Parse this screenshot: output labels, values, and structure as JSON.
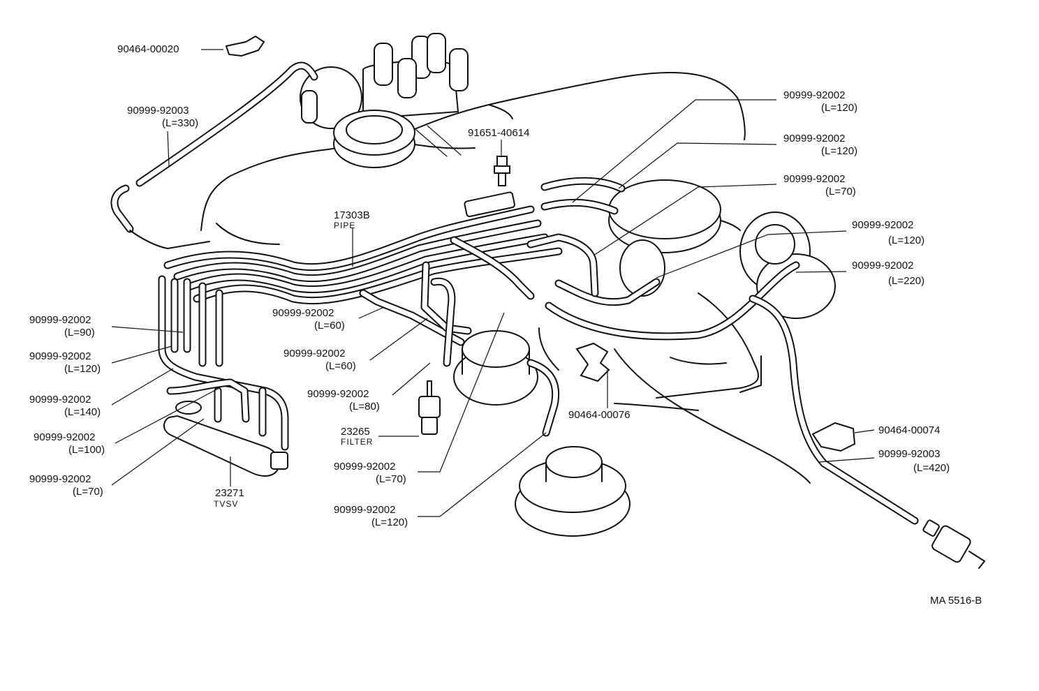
{
  "diagram": {
    "code": "MA 5516-B",
    "callouts": {
      "c_90464_00020": {
        "part": "90464-00020"
      },
      "c_hose_330": {
        "part": "90999-92003",
        "length": "(L=330)"
      },
      "c_pipe": {
        "part": "17303B",
        "name": "PIPE"
      },
      "c_bolt": {
        "part": "91651-40614"
      },
      "c_r1": {
        "part": "90999-92002",
        "length": "(L=120)"
      },
      "c_r2": {
        "part": "90999-92002",
        "length": "(L=120)"
      },
      "c_r3": {
        "part": "90999-92002",
        "length": "(L=70)"
      },
      "c_r4": {
        "part": "90999-92002",
        "length": "(L=120)"
      },
      "c_r5": {
        "part": "90999-92002",
        "length": "(L=220)"
      },
      "c_l90": {
        "part": "90999-92002",
        "length": "(L=90)"
      },
      "c_l120": {
        "part": "90999-92002",
        "length": "(L=120)"
      },
      "c_l140": {
        "part": "90999-92002",
        "length": "(L=140)"
      },
      "c_l100": {
        "part": "90999-92002",
        "length": "(L=100)"
      },
      "c_l70": {
        "part": "90999-92002",
        "length": "(L=70)"
      },
      "c_tvsv": {
        "part": "23271",
        "name": "TVSV"
      },
      "c_m60a": {
        "part": "90999-92002",
        "length": "(L=60)"
      },
      "c_m60b": {
        "part": "90999-92002",
        "length": "(L=60)"
      },
      "c_m80": {
        "part": "90999-92002",
        "length": "(L=80)"
      },
      "c_filter": {
        "part": "23265",
        "name": "FILTER"
      },
      "c_m70": {
        "part": "90999-92002",
        "length": "(L=70)"
      },
      "c_m120": {
        "part": "90999-92002",
        "length": "(L=120)"
      },
      "c_clamp76": {
        "part": "90464-00076"
      },
      "c_clamp74": {
        "part": "90464-00074"
      },
      "c_hose_420": {
        "part": "90999-92003",
        "length": "(L=420)"
      }
    }
  }
}
